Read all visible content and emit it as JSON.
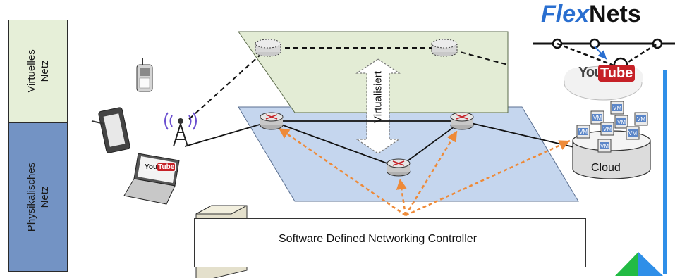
{
  "side_labels": {
    "virtual": "Virtuelles\nNetz",
    "physical": "Physikalisches\nNetz"
  },
  "virtualisiert_label": "Virtualisiert",
  "controller_label": "Software Defined Networking Controller",
  "cloud": {
    "label": "Cloud",
    "vm_label": "VM"
  },
  "logo": {
    "part1": "Flex",
    "part2": "Nets"
  },
  "youtube": {
    "you": "You",
    "tube": "Tube"
  },
  "colors": {
    "virtual_plane": "#e3ecd5",
    "physical_plane": "#c5d6ee",
    "physical_band": "#7393c4",
    "sdn_arrows": "#ee8a38",
    "logo_blue": "#2a6fd0",
    "side_bar_blue": "#2f8fe8",
    "corner_green": "#22bb44",
    "youtube_red": "#c62127"
  }
}
